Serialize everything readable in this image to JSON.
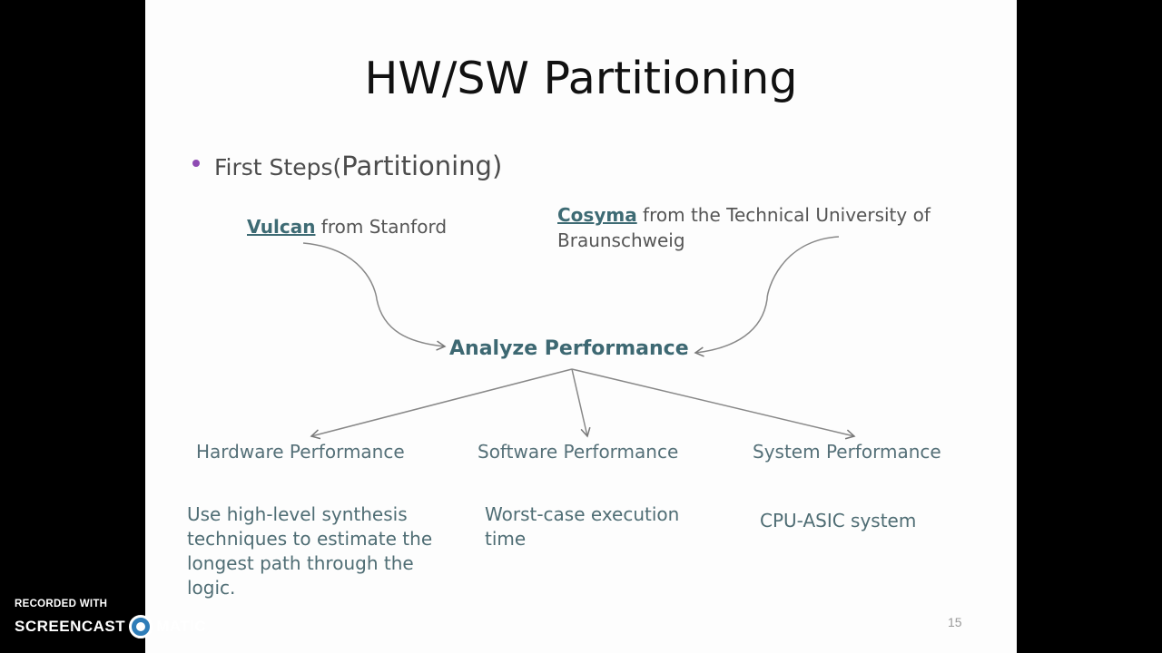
{
  "slide": {
    "title": "HW/SW Partitioning",
    "bullet": {
      "prefix": "First Steps(",
      "emphasis": "Partitioning)"
    },
    "sources": {
      "left": {
        "name": "Vulcan",
        "rest": " from Stanford"
      },
      "right": {
        "name": "Cosyma",
        "rest": " from the Technical University of",
        "line2": "Braunschweig"
      }
    },
    "center": "Analyze Performance",
    "categories": [
      {
        "label": "Hardware Performance",
        "desc": [
          "Use high-level synthesis",
          "techniques to estimate the",
          "longest path through the",
          "logic."
        ]
      },
      {
        "label": "Software Performance",
        "desc": [
          "Worst-case execution",
          "time"
        ]
      },
      {
        "label": "System Performance",
        "desc": [
          "CPU-ASIC system"
        ]
      }
    ],
    "page_number": "15"
  },
  "watermark": {
    "line1": "RECORDED WITH",
    "left": "SCREENCAST",
    "right": "MATIC"
  }
}
